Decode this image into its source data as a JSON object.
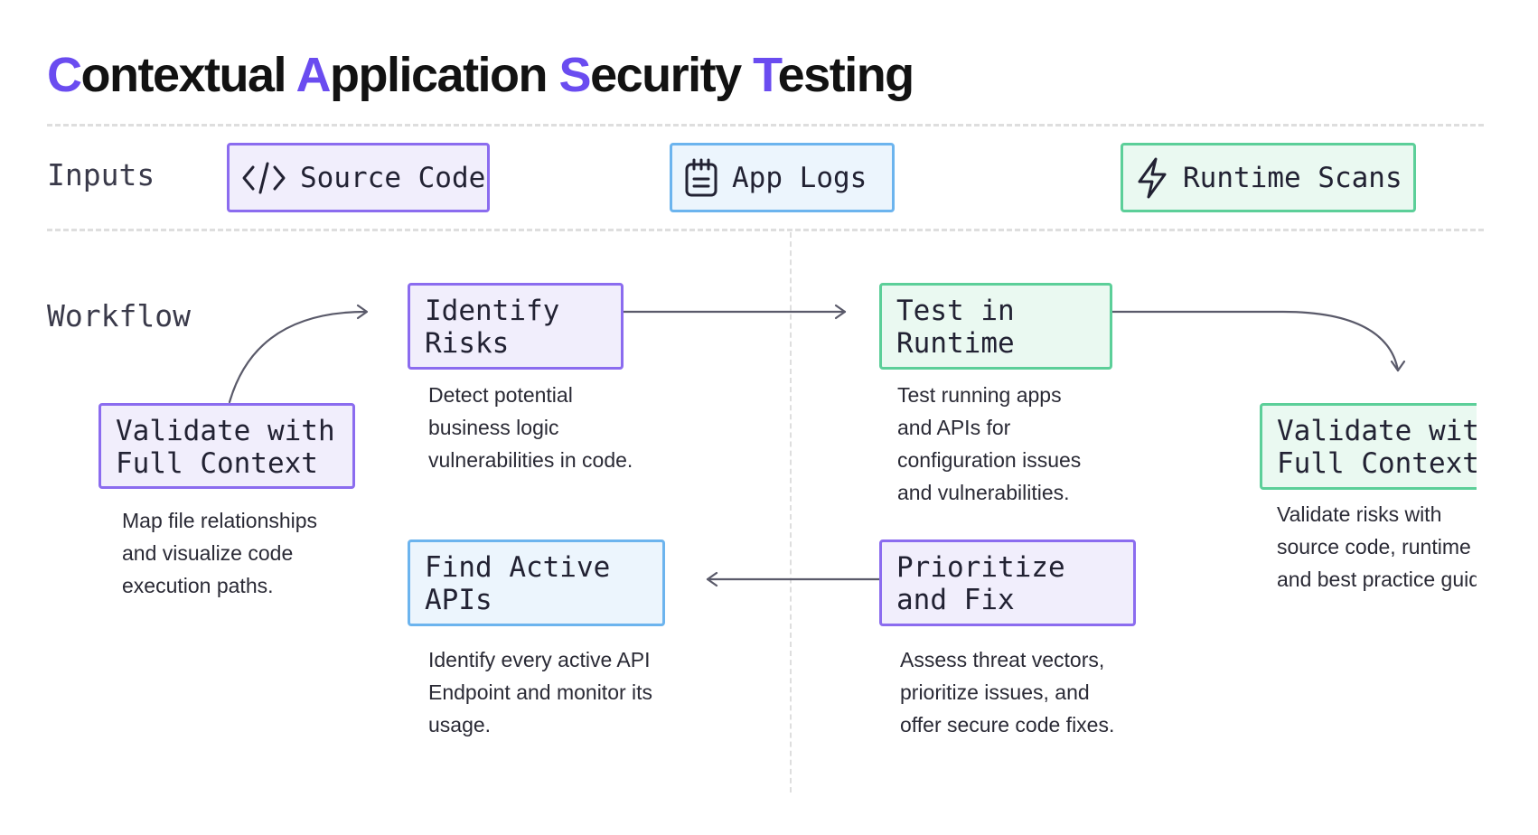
{
  "title": {
    "words": [
      {
        "cap": "C",
        "rest": "ontextual "
      },
      {
        "cap": "A",
        "rest": "pplication "
      },
      {
        "cap": "S",
        "rest": "ecurity "
      },
      {
        "cap": "T",
        "rest": "esting"
      }
    ]
  },
  "colors": {
    "accent": "#6a4cf0",
    "purple_border": "#8b6cef",
    "blue_border": "#6cb4ee",
    "green_border": "#5ccf99",
    "arrow": "#5a5a6a"
  },
  "inputs": {
    "label": "Inputs",
    "items": [
      {
        "icon": "code-icon",
        "label": "Source Code"
      },
      {
        "icon": "notepad-icon",
        "label": "App Logs"
      },
      {
        "icon": "lightning-icon",
        "label": "Runtime Scans"
      }
    ]
  },
  "workflow": {
    "label": "Workflow",
    "steps": {
      "validate_left": {
        "title": "Validate with\nFull Context",
        "desc": "Map file relationships\nand visualize code\nexecution paths."
      },
      "identify_risks": {
        "title": "Identify\nRisks",
        "desc": "Detect potential\nbusiness logic\nvulnerabilities in code."
      },
      "test_runtime": {
        "title": "Test in\nRuntime",
        "desc": "Test running apps\nand APIs for\nconfiguration issues\nand vulnerabilities."
      },
      "validate_right": {
        "title": "Validate with\nFull Context",
        "desc": "Validate risks with\nsource code, runtime\nand best practice guidance."
      },
      "find_apis": {
        "title": "Find Active\nAPIs",
        "desc": "Identify every active API\nEndpoint and monitor its\nusage."
      },
      "prioritize": {
        "title": "Prioritize\nand Fix",
        "desc": "Assess threat vectors,\nprioritize issues, and\noffer secure code fixes."
      }
    }
  }
}
